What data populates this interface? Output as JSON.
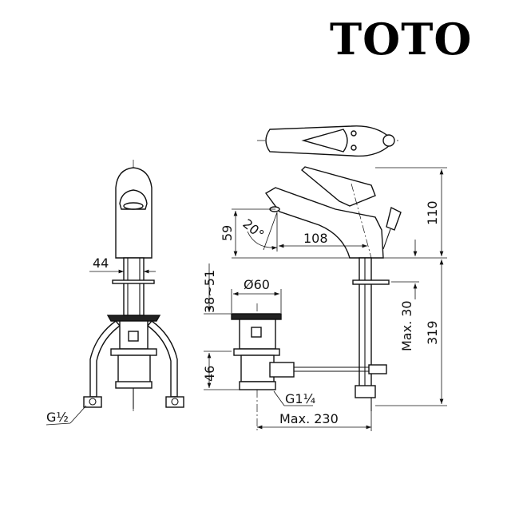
{
  "brand": {
    "logo_text": "TOTO"
  },
  "dimensions": {
    "front_width": "44",
    "thread_supply": "G½",
    "height_above_deck": "110",
    "total_height": "319",
    "max_deck_thickness": "Max. 30",
    "spout_height": "59",
    "spout_angle": "20°",
    "spout_reach": "108",
    "drain_height_range": "38~51",
    "drain_lower": "46",
    "drain_diameter": "Ø60",
    "thread_drain": "G1¼",
    "max_rod_length": "Max. 230"
  },
  "colors": {
    "line": "#111111",
    "background": "#ffffff"
  }
}
